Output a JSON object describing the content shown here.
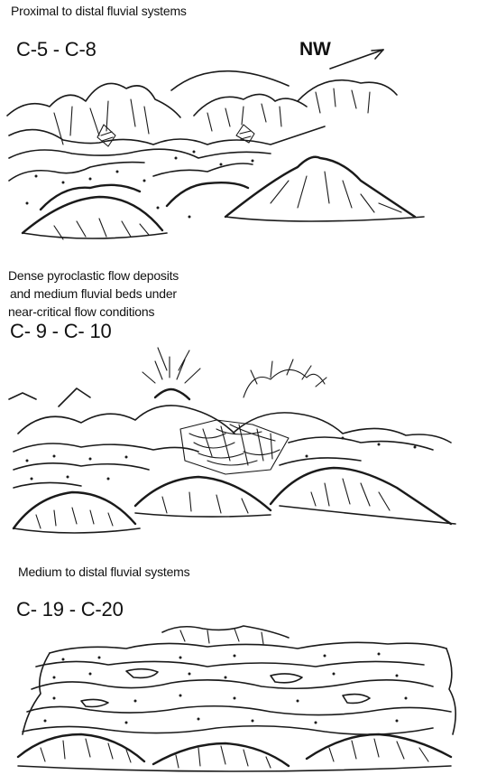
{
  "panels": [
    {
      "title": "Proximal to distal fluvial systems",
      "code": "C-5  -  C-8",
      "direction": "NW"
    },
    {
      "title_lines": [
        "Dense pyroclastic flow deposits",
        "and medium fluvial  beds under",
        "near-critical flow conditions"
      ],
      "code": "C- 9  - C- 10"
    },
    {
      "title": "Medium to distal fluvial systems",
      "code": "C- 19  -  C-20"
    }
  ]
}
